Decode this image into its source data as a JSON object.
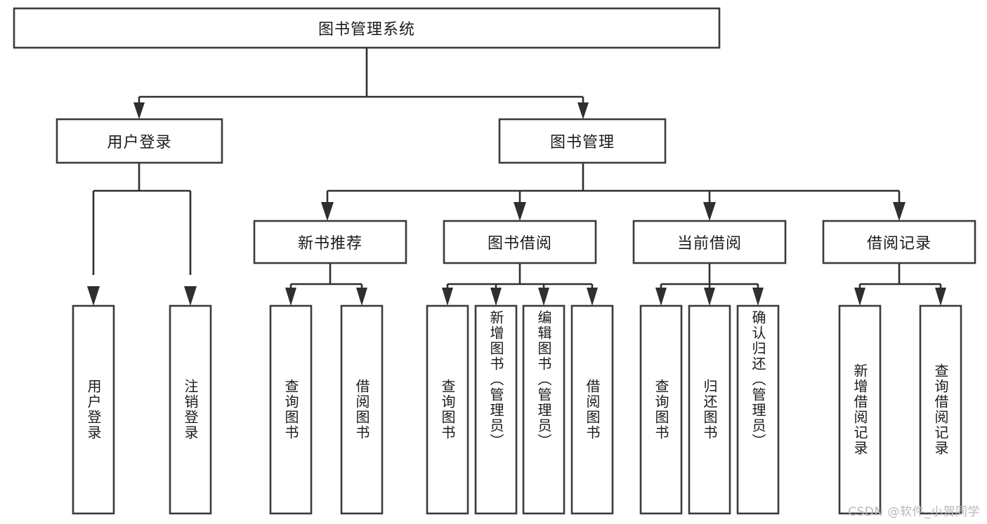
{
  "diagram": {
    "type": "tree-hierarchy-chart",
    "title": "图书管理系统",
    "root": {
      "id": "root",
      "label": "图书管理系统",
      "orientation": "horizontal"
    },
    "level2": [
      {
        "id": "user-login",
        "label": "用户登录",
        "orientation": "horizontal"
      },
      {
        "id": "book-management",
        "label": "图书管理",
        "orientation": "horizontal"
      }
    ],
    "level3": [
      {
        "id": "new-book-recommend",
        "label": "新书推荐",
        "orientation": "horizontal",
        "parent": "book-management"
      },
      {
        "id": "book-borrow",
        "label": "图书借阅",
        "orientation": "horizontal",
        "parent": "book-management"
      },
      {
        "id": "current-borrow",
        "label": "当前借阅",
        "orientation": "horizontal",
        "parent": "book-management"
      },
      {
        "id": "borrow-record",
        "label": "借阅记录",
        "orientation": "horizontal",
        "parent": "book-management"
      }
    ],
    "leaves": [
      {
        "id": "leaf-user-login",
        "label": "用户登录",
        "orientation": "vertical",
        "parent": "user-login"
      },
      {
        "id": "leaf-user-logout",
        "label": "注销登录",
        "orientation": "vertical",
        "parent": "user-login"
      },
      {
        "id": "leaf-query-book-1",
        "label": "查询图书",
        "orientation": "vertical",
        "parent": "new-book-recommend"
      },
      {
        "id": "leaf-borrow-book-1",
        "label": "借阅图书",
        "orientation": "vertical",
        "parent": "new-book-recommend"
      },
      {
        "id": "leaf-query-book-2",
        "label": "查询图书",
        "orientation": "vertical",
        "parent": "book-borrow"
      },
      {
        "id": "leaf-add-book",
        "label": "新增图书（管理员）",
        "orientation": "vertical",
        "parent": "book-borrow"
      },
      {
        "id": "leaf-edit-book",
        "label": "编辑图书（管理员）",
        "orientation": "vertical",
        "parent": "book-borrow"
      },
      {
        "id": "leaf-borrow-book-2",
        "label": "借阅图书",
        "orientation": "vertical",
        "parent": "book-borrow"
      },
      {
        "id": "leaf-query-book-3",
        "label": "查询图书",
        "orientation": "vertical",
        "parent": "current-borrow"
      },
      {
        "id": "leaf-return-book",
        "label": "归还图书",
        "orientation": "vertical",
        "parent": "current-borrow"
      },
      {
        "id": "leaf-confirm-return",
        "label": "确认归还（管理员）",
        "orientation": "vertical",
        "parent": "current-borrow"
      },
      {
        "id": "leaf-add-record",
        "label": "新增借阅记录",
        "orientation": "vertical",
        "parent": "borrow-record"
      },
      {
        "id": "leaf-query-record",
        "label": "查询借阅记录",
        "orientation": "vertical",
        "parent": "borrow-record"
      }
    ],
    "colors": {
      "box_fill": "#ffffff",
      "box_stroke": "#3b3b3b",
      "connector": "#2f2f2f",
      "text": "#1b1b1b",
      "background": "#ffffff",
      "watermark": "#b9b9b9"
    }
  },
  "watermark": {
    "text": "CSDN @软件_小贺同学"
  }
}
